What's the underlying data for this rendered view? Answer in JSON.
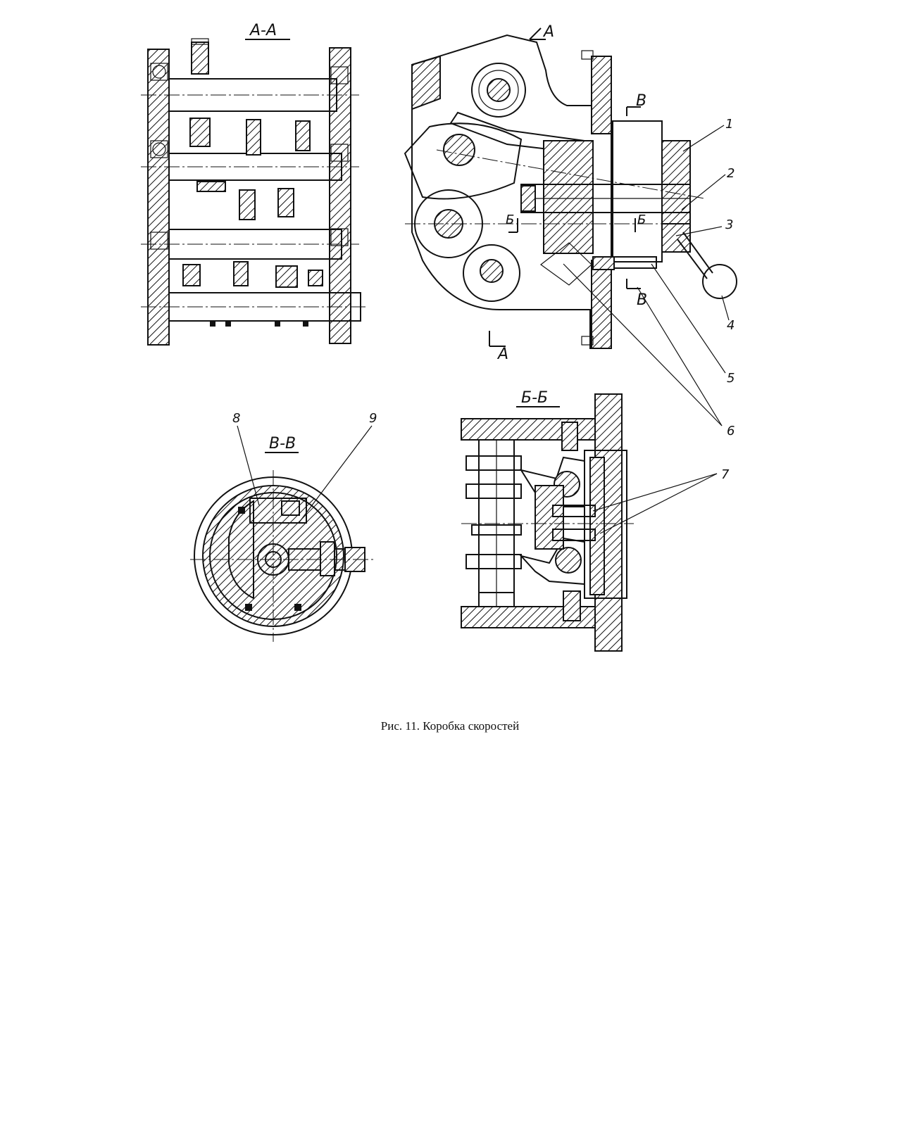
{
  "caption": "Рис. 11. Коробка скоростей",
  "section_labels": {
    "aa": "А-А",
    "bb": "Б-Б",
    "vv": "В-В"
  },
  "cut_marks": {
    "a_top": "А",
    "a_bottom": "А",
    "b_left": "Б",
    "b_right": "Б",
    "v_top": "В",
    "v_bottom": "В"
  },
  "callouts": [
    "1",
    "2",
    "3",
    "4",
    "5",
    "6",
    "7",
    "8",
    "9"
  ]
}
